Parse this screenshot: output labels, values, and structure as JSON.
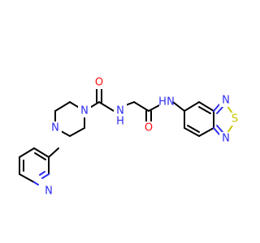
{
  "molecule": {
    "atoms": {
      "amide_o": {
        "label": "O"
      },
      "amide_nh": {
        "label": "N",
        "h": "H"
      },
      "pip_n1": {
        "label": "N"
      },
      "pip_n4": {
        "label": "N"
      },
      "pyridine_n": {
        "label": "N"
      },
      "gly_o": {
        "label": "O"
      },
      "gly_nh": {
        "label": "N",
        "h": "H"
      },
      "btd_n1": {
        "label": "N"
      },
      "btd_s": {
        "label": "S"
      },
      "btd_n3": {
        "label": "N"
      }
    }
  }
}
